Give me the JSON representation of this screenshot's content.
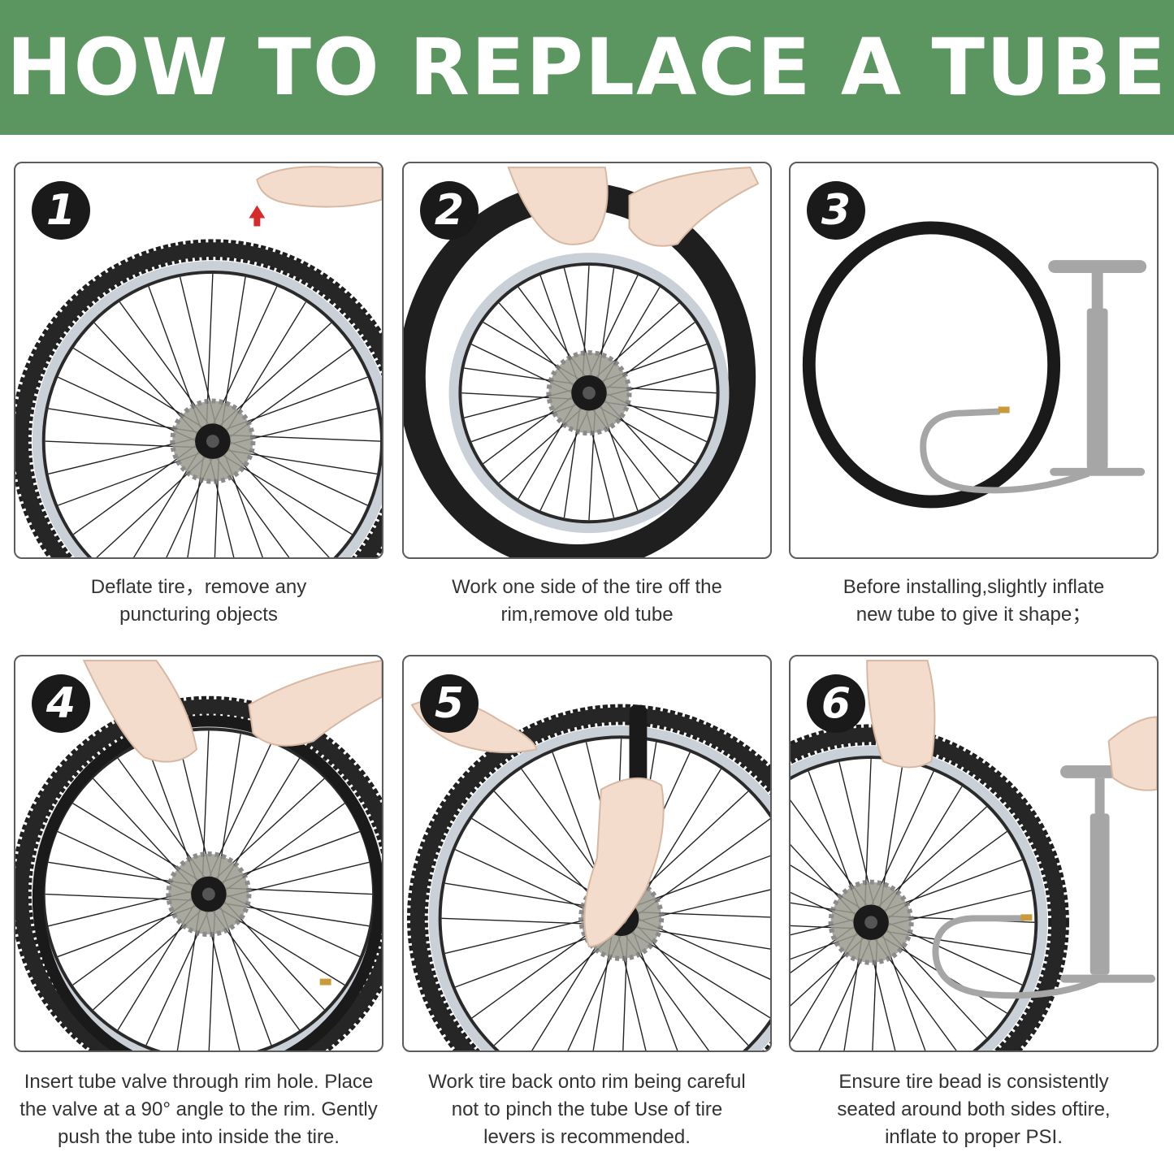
{
  "banner": {
    "title": "HOW TO REPLACE A TUBE"
  },
  "colors": {
    "banner": "#5b9660",
    "badge": "#1a1a1a",
    "tire": "#1f1f1f",
    "rim": "#c9d0d8",
    "pump": "#a6a6a6",
    "skin": "#f3dccb"
  },
  "steps": [
    {
      "number": "1",
      "lines": [
        "Deflate tire，remove any",
        "puncturing objects"
      ]
    },
    {
      "number": "2",
      "lines": [
        "Work one side of the tire off the",
        "rim,remove old tube"
      ]
    },
    {
      "number": "3",
      "lines": [
        "Before installing,slightly inflate",
        "new tube to give it shape；"
      ]
    },
    {
      "number": "4",
      "lines": [
        "Insert tube valve through rim hole. Place",
        "the valve at a 90° angle to the rim. Gently",
        "push the tube into inside the tire."
      ]
    },
    {
      "number": "5",
      "lines": [
        "Work tire back onto rim being careful",
        "not to pinch the tube Use of tire",
        "levers is recommended."
      ]
    },
    {
      "number": "6",
      "lines": [
        "Ensure tire bead is consistently",
        "seated around both sides oftire,",
        "inflate to proper PSI."
      ]
    }
  ]
}
